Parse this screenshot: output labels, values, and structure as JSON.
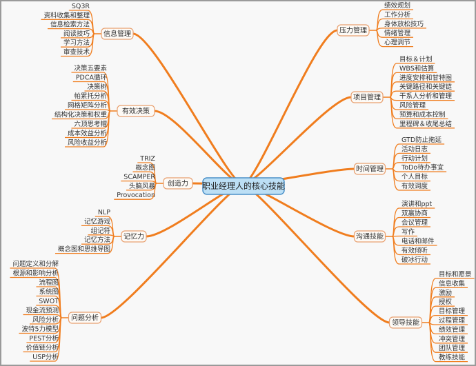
{
  "center": {
    "label": "职业经理人的核心技能",
    "fill": "#bcdff5",
    "border": "#4a90c8"
  },
  "colors": {
    "branch": "#f07d1e",
    "node_border": "#e8a070",
    "node_fill": "#fdfaf6"
  },
  "left_branches": [
    {
      "label": "信息管理",
      "children": [
        "SQ3R",
        "资料收集和整理",
        "信息检索方法",
        "阅读技巧",
        "学习方法",
        "审查技术"
      ]
    },
    {
      "label": "有效决策",
      "children": [
        "决策五要素",
        "PDCA循环",
        "决策树",
        "帕累托分析",
        "网格矩阵分析",
        "结构化决策和权重",
        "六顶思考帽",
        "成本效益分析",
        "风险收益分析"
      ]
    },
    {
      "label": "创造力",
      "children": [
        "TRIZ",
        "概念图",
        "SCAMPER",
        "头脑风暴",
        "Provocation"
      ]
    },
    {
      "label": "记忆力",
      "children": [
        "NLP",
        "记忆游戏",
        "组记符",
        "记忆方法",
        "概念图和思维导图"
      ]
    },
    {
      "label": "问题分析",
      "children": [
        "问题定义和分解",
        "根源和影响分析",
        "流程图",
        "系统图",
        "SWOT",
        "现金流预测",
        "风险分析",
        "波特5力模型",
        "PEST分析",
        "价值链分析",
        "USP分析"
      ]
    }
  ],
  "right_branches": [
    {
      "label": "压力管理",
      "children": [
        "绩效规划",
        "工作分析",
        "身体放松技巧",
        "情绪管理",
        "心理调节"
      ]
    },
    {
      "label": "项目管理",
      "children": [
        "目标＆计划",
        "WBS和估算",
        "进度安排和甘特图",
        "关键路径和关键链",
        "干系人分析和管理",
        "风险管理",
        "预算和成本控制",
        "里程碑＆收尾总结"
      ]
    },
    {
      "label": "时间管理",
      "children": [
        "GTD防止拖延",
        "活动日志",
        "行动计划",
        "ToDo待办事宜",
        "个人目标",
        "有效调度"
      ]
    },
    {
      "label": "沟通技能",
      "children": [
        "演讲和ppt",
        "双赢协商",
        "会议管理",
        "写作",
        "电话和邮件",
        "有效倾听",
        "破冰行动"
      ]
    },
    {
      "label": "领导技能",
      "children": [
        "目标和愿景",
        "信息收集",
        "激励",
        "授权",
        "目标管理",
        "过程管理",
        "绩效管理",
        "冲突管理",
        "团队管理",
        "教练技能"
      ]
    }
  ]
}
